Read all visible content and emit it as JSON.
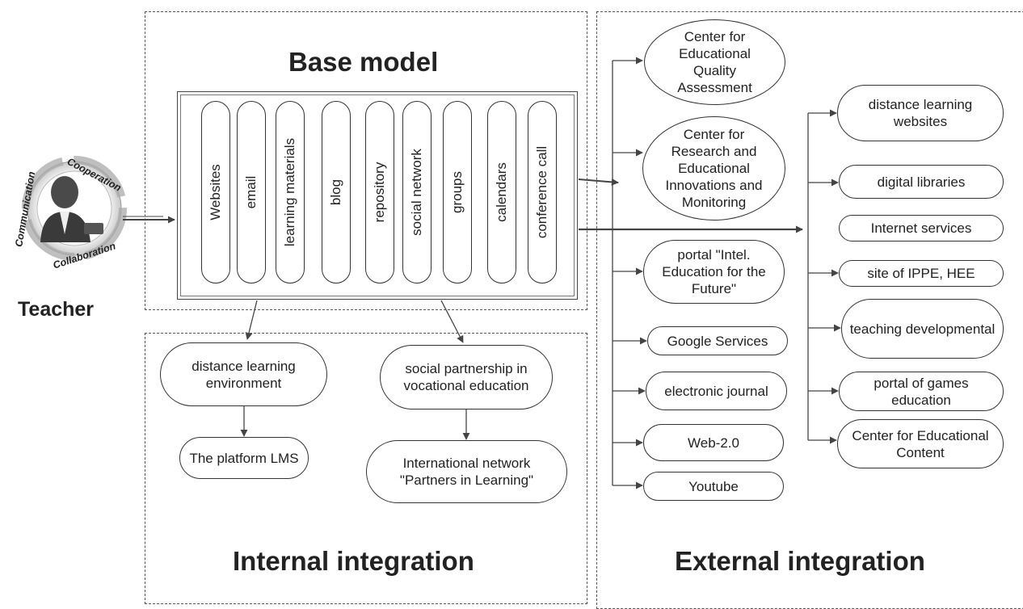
{
  "teacher": {
    "label": "Teacher",
    "cycle": [
      "Cooperation",
      "Communication",
      "Collaboration"
    ]
  },
  "base_model": {
    "title": "Base model",
    "tools": [
      "Websites",
      "email",
      "learning materials",
      "blog",
      "repository",
      "social network",
      "groups",
      "calendars",
      "conference call"
    ]
  },
  "internal": {
    "title": "Internal integration",
    "distance_env": "distance learning environment",
    "platform": "The platform LMS",
    "partnership": "social partnership in vocational education",
    "network": "International network \"Partners in Learning\""
  },
  "external": {
    "title": "External integration",
    "left_nodes": [
      "Center for Educational Quality Assessment",
      "Center for Research and Educational Innovations and Monitoring",
      "portal \"Intel. Education for the Future\"",
      "Google Services",
      "electronic journal",
      "Web-2.0",
      "Youtube"
    ],
    "right_nodes": [
      "distance learning websites",
      "digital libraries",
      "Internet services",
      "site of IPPE, HEE",
      "teaching developmental",
      "portal of games education",
      "Center for Educational Content"
    ]
  }
}
